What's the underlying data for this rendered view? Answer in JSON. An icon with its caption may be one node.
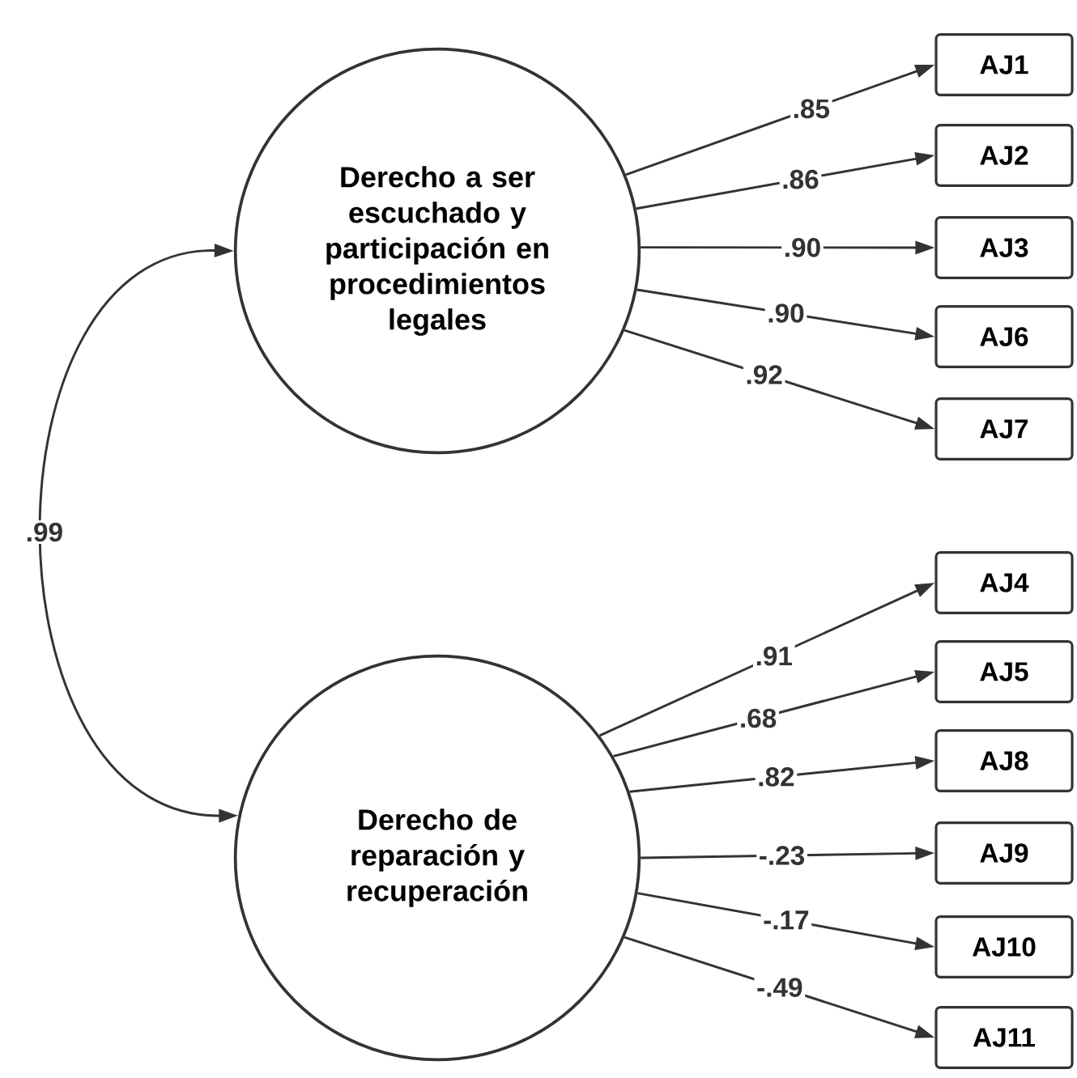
{
  "diagram": {
    "nodes": [
      {
        "text": [
          "Derecho a ser escuchado y participación en procedimientos legales"
        ]
      },
      {
        "text": [
          "Derecho de reparación y recuperación"
        ]
      },
      {
        "text": [
          "AJ1"
        ]
      },
      {
        "text": [
          "AJ2"
        ]
      },
      {
        "text": [
          "AJ3"
        ]
      },
      {
        "text": [
          "AJ6"
        ]
      },
      {
        "text": [
          "AJ7"
        ]
      },
      {
        "text": [
          "AJ4"
        ]
      },
      {
        "text": [
          "AJ5"
        ]
      },
      {
        "text": [
          "AJ8"
        ]
      },
      {
        "text": [
          "AJ9"
        ]
      },
      {
        "text": [
          "AJ10"
        ]
      },
      {
        "text": [
          "AJ11"
        ]
      }
    ],
    "edges": [
      {
        "from": 0,
        "to": 2,
        "arrow": "to",
        "label": ".85"
      },
      {
        "from": 0,
        "to": 3,
        "arrow": "to",
        "label": ".86"
      },
      {
        "from": 0,
        "to": 4,
        "arrow": "to",
        "label": ".90"
      },
      {
        "from": 0,
        "to": 5,
        "arrow": "to",
        "label": ".90"
      },
      {
        "from": 0,
        "to": 6,
        "arrow": "to",
        "label": ".92"
      },
      {
        "from": 1,
        "to": 7,
        "arrow": "to",
        "label": ".91"
      },
      {
        "from": 1,
        "to": 8,
        "arrow": "to",
        "label": ".68"
      },
      {
        "from": 1,
        "to": 9,
        "arrow": "to",
        "label": ".82"
      },
      {
        "from": 1,
        "to": 10,
        "arrow": "to",
        "label": "-.23"
      },
      {
        "from": 1,
        "to": 11,
        "arrow": "to",
        "label": "-.17"
      },
      {
        "from": 1,
        "to": 12,
        "arrow": "to",
        "label": "-.49"
      },
      {
        "from": 0,
        "to": 1,
        "arrow": "both",
        "label": ".99"
      }
    ]
  }
}
